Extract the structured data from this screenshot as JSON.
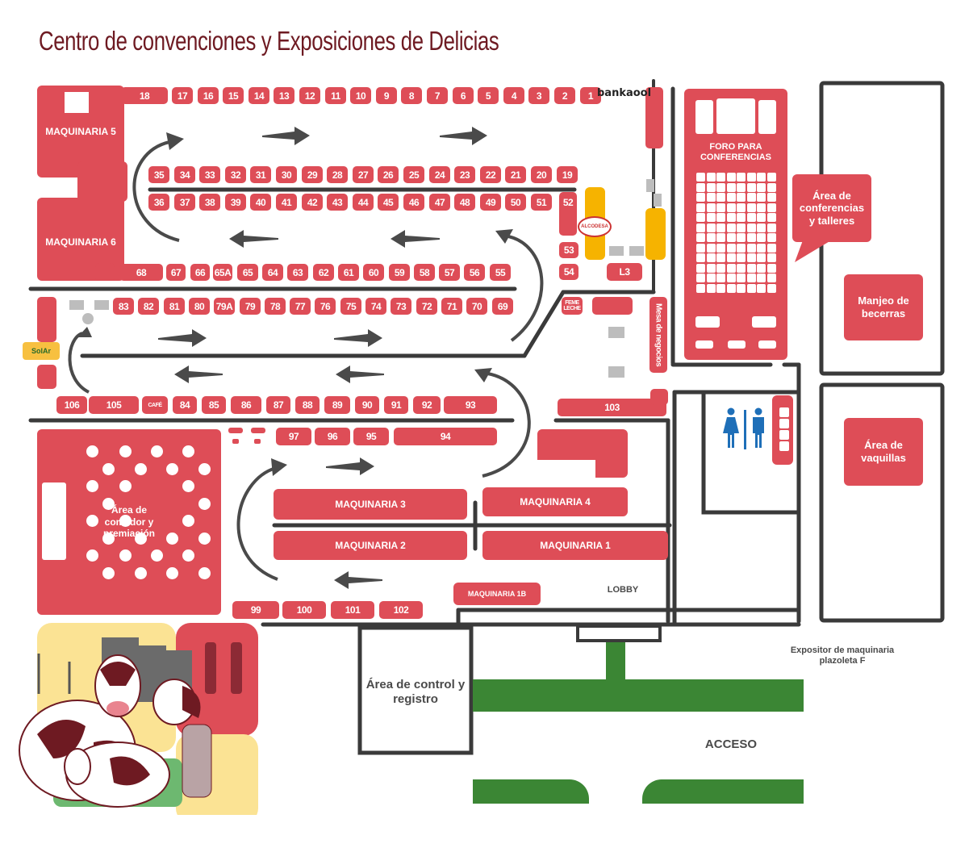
{
  "title": "Centro de convenciones y Exposiciones de Delicias",
  "colors": {
    "booth": "#de4d57",
    "title": "#6e1a22",
    "wall": "#3a3a3a",
    "green": "#3b8634",
    "yellow": "#f6b300",
    "restroom": "#1e6fb8"
  },
  "rows": {
    "top": [
      "18",
      "17",
      "16",
      "15",
      "14",
      "13",
      "12",
      "11",
      "10",
      "9",
      "8",
      "7",
      "6",
      "5",
      "4",
      "3",
      "2",
      "1"
    ],
    "row2_upper": [
      "35",
      "34",
      "33",
      "32",
      "31",
      "30",
      "29",
      "28",
      "27",
      "26",
      "25",
      "24",
      "23",
      "22",
      "21",
      "20",
      "19"
    ],
    "row2_lower": [
      "36",
      "37",
      "38",
      "39",
      "40",
      "41",
      "42",
      "43",
      "44",
      "45",
      "46",
      "47",
      "48",
      "49",
      "50",
      "51",
      "52"
    ],
    "row3_upper": [
      "68",
      "67",
      "66",
      "65A",
      "65",
      "64",
      "63",
      "62",
      "61",
      "60",
      "59",
      "58",
      "57",
      "56",
      "55"
    ],
    "row3_lower": [
      "83",
      "82",
      "81",
      "80",
      "79A",
      "79",
      "78",
      "77",
      "76",
      "75",
      "74",
      "73",
      "72",
      "71",
      "70",
      "69"
    ],
    "row4": [
      "106",
      "105",
      "CAFÉ",
      "84",
      "85",
      "86",
      "87",
      "88",
      "89",
      "90",
      "91",
      "92",
      "93"
    ],
    "row5": [
      "97",
      "96",
      "95",
      "94"
    ],
    "bottom": [
      "99",
      "100",
      "101",
      "102"
    ],
    "side": [
      "53",
      "54",
      "L3",
      "103"
    ]
  },
  "areas": {
    "maq5": "MAQUINARIA 5",
    "maq6": "MAQUINARIA 6",
    "maq1": "MAQUINARIA 1",
    "maq2": "MAQUINARIA 2",
    "maq3": "MAQUINARIA 3",
    "maq4": "MAQUINARIA 4",
    "maq1b": "MAQUINARIA 1B",
    "foro": "FORO PARA CONFERENCIAS",
    "conf": "Área de conferencias y talleres",
    "becerras": "Manjeo de becerras",
    "vaquillas": "Área de vaquillas",
    "comedor": "Área de comedor y premiación",
    "control": "Área de control y registro",
    "lobby": "LOBBY",
    "acceso": "ACCESO",
    "expositor": "Expositor de maquinaria plazoleta F",
    "mesa": "Mesa de negocios",
    "feme": "FEME LECHE"
  },
  "logos": {
    "bankaool": "bankaool",
    "solar": "SolAr",
    "alcosa": "ALCODESA"
  },
  "icons": [
    "arrow-right-icon",
    "arrow-left-icon",
    "curved-arrow-icon",
    "restroom-icon",
    "cows-illustration"
  ]
}
